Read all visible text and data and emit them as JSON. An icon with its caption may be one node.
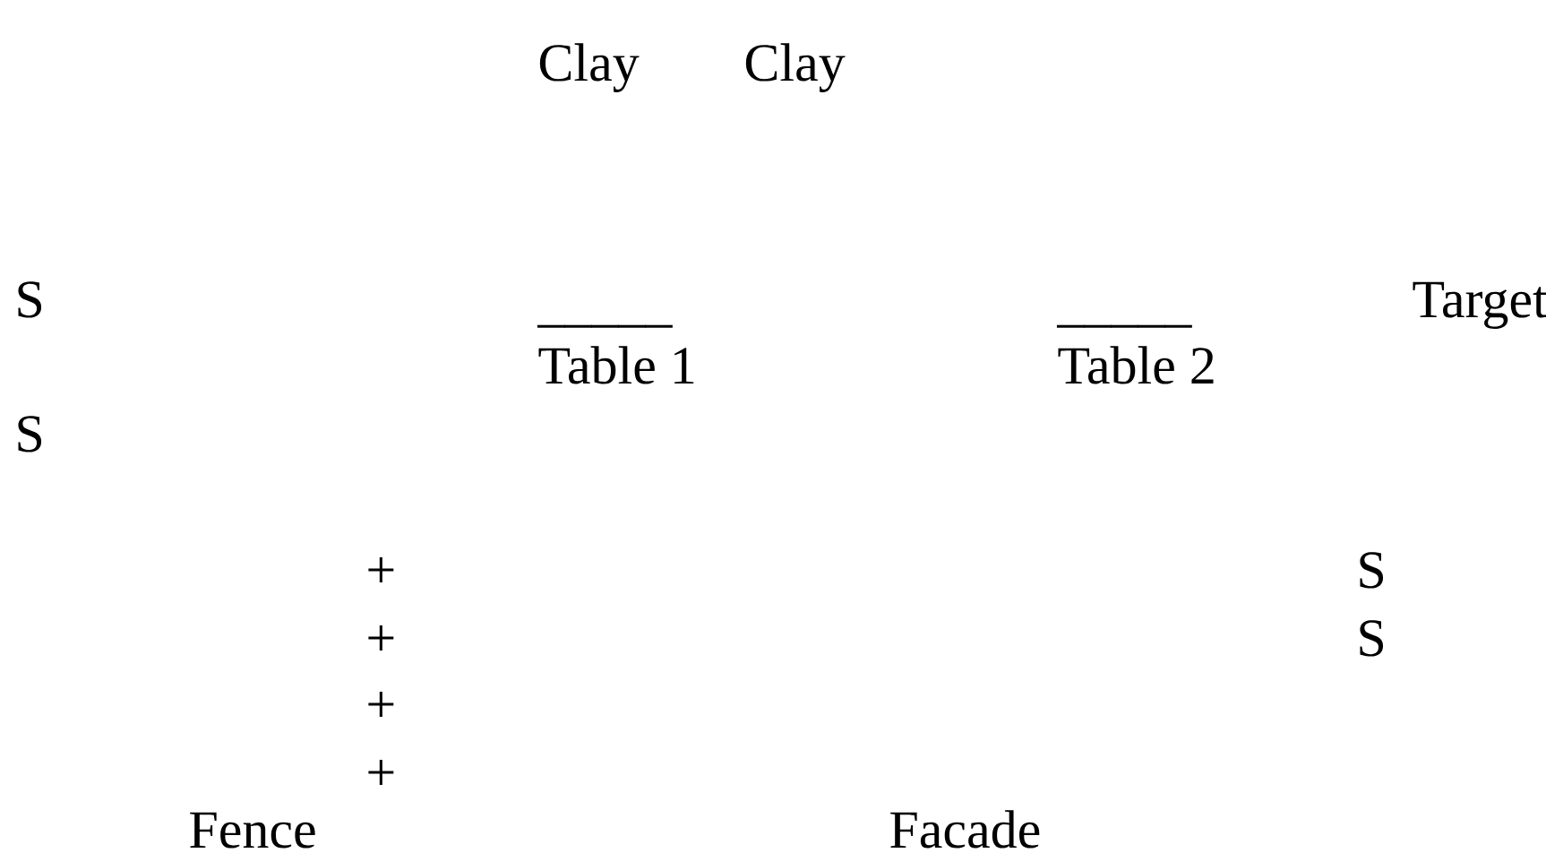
{
  "diagram": {
    "labels": [
      "Clay",
      "Clay",
      "S",
      "_____",
      "_____",
      "Target",
      "Table 1",
      "Table 2",
      "S",
      "+",
      "S",
      "+",
      "S",
      "+",
      "+",
      "Fence",
      "Facade"
    ]
  }
}
